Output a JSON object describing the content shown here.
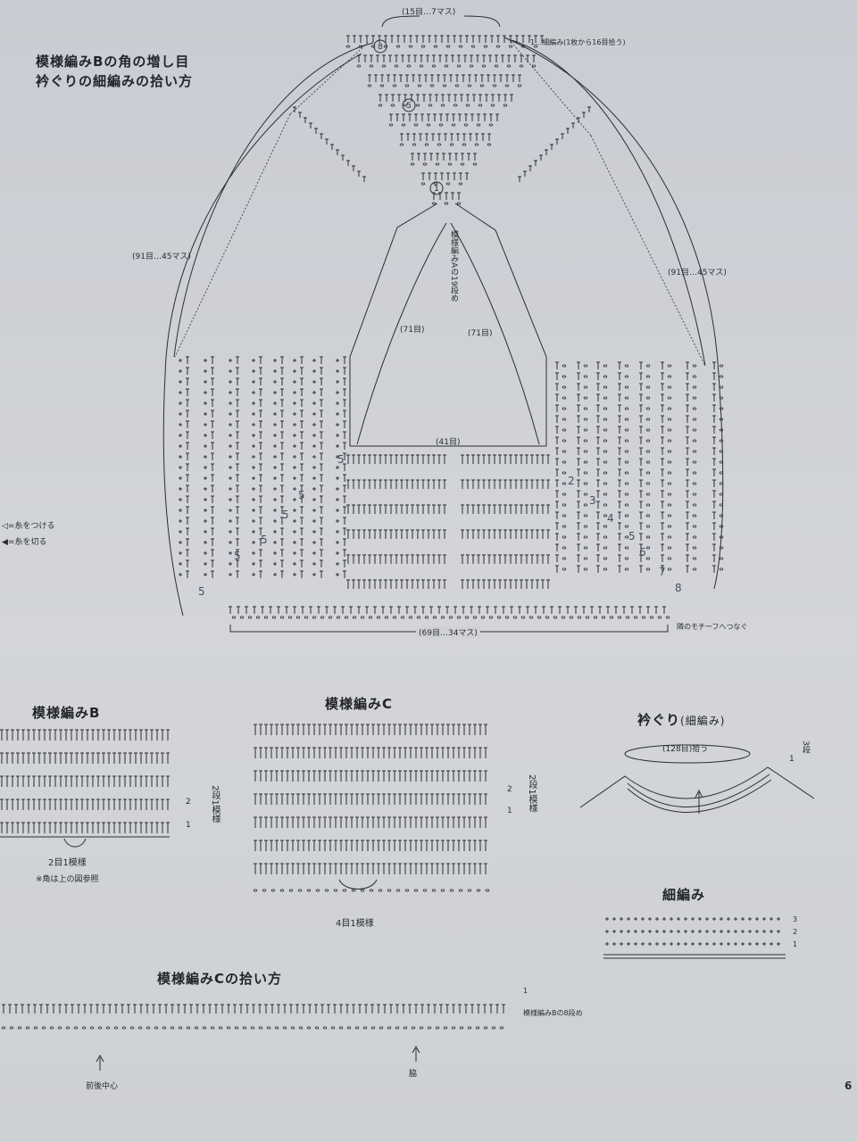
{
  "top_section": {
    "title_line1": "模様編みBの角の増し目",
    "title_line2": "衿ぐりの細編みの拾い方",
    "top_count": "(15目…7マス)",
    "start_note": "1…細編み(1枚から16目拾う)",
    "left_arc_count": "(91目…45マス)",
    "right_arc_count": "(91目…45マス)",
    "center_label": "模様編みAの19段め",
    "inner_left_count": "(71目)",
    "inner_right_count": "(71目)",
    "inner_bottom_count": "(41目)",
    "bottom_count": "(69目…34マス)",
    "join_note": "隣のモチーフへつなぐ",
    "row_circle_8": "8",
    "row_circle_5": "5",
    "row_circle_1": "1"
  },
  "legend": {
    "attach_yarn": "=糸をつける",
    "cut_yarn": "=糸を切る"
  },
  "handwritten_numbers": [
    "5",
    "5",
    "5",
    "5",
    "5",
    "5",
    "2",
    "3",
    "4",
    "5",
    "6",
    "7",
    "8"
  ],
  "pattern_b": {
    "title": "模様編みB",
    "row_2": "2",
    "row_1": "1",
    "repeat_rows": "2段1模様",
    "repeat_stitches": "2目1模様",
    "note": "※角は上の図参照"
  },
  "pattern_c": {
    "title": "模様編みC",
    "row_2": "2",
    "row_1": "1",
    "repeat_rows": "2段1模様",
    "repeat_stitches": "4目1模様"
  },
  "neckline": {
    "title": "衿ぐり",
    "subtitle": "(細編み)",
    "pickup": "(128目)拾う",
    "row_start": "1",
    "rows": "3段"
  },
  "single_crochet": {
    "title": "細編み",
    "row_3": "3",
    "row_2": "2",
    "row_1": "1"
  },
  "pickup_c": {
    "title": "模様編みCの拾い方",
    "row_1": "1",
    "row_b8": "模様編みBの8段め",
    "front_back_center": "前後中心",
    "side": "脇"
  },
  "page_number": "6"
}
